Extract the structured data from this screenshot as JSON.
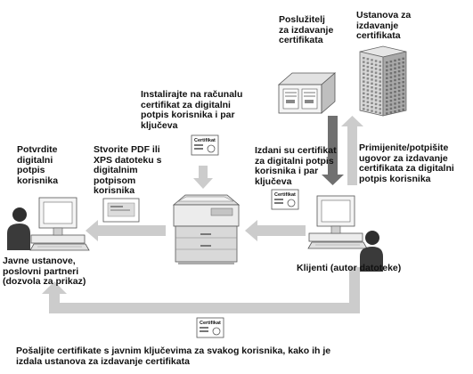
{
  "labels": {
    "server": "Poslužitelj\nza izdavanje\ncertifikata",
    "authority": "Ustanova za\nizdavanje\ncertifikata",
    "install": "Instalirajte na računalu\ncertifikat za digitalni\npotpis korisnika i par\nključeva",
    "verify": "Potvrdite\ndigitalni\npotpis\nkorisnika",
    "create": "Stvorite PDF ili\nXPS datoteku s\ndigitalnim\npotpisom\nkorisnika",
    "issued": "Izdani su certifikat\nza digitalni potpis\nkorisnika i par\nključeva",
    "apply": "Primijenite/potpišite\nugovor za izdavanje\ncertifikata za digitalni\npotpis korisnika",
    "public": "Javne ustanove,\nposlovni partneri\n(dozvola za prikaz)",
    "clients": "Klijenti (autor datoteke)",
    "send": "Pošaljite certifikate s javnim ključevima za svakog korisnika, kako ih je\nizdala ustanova za izdavanje certifikata"
  },
  "certificate_word": "Certifikat",
  "colors": {
    "arrow": "#cccccc",
    "arrow_dark": "#707070",
    "text": "#111111"
  }
}
